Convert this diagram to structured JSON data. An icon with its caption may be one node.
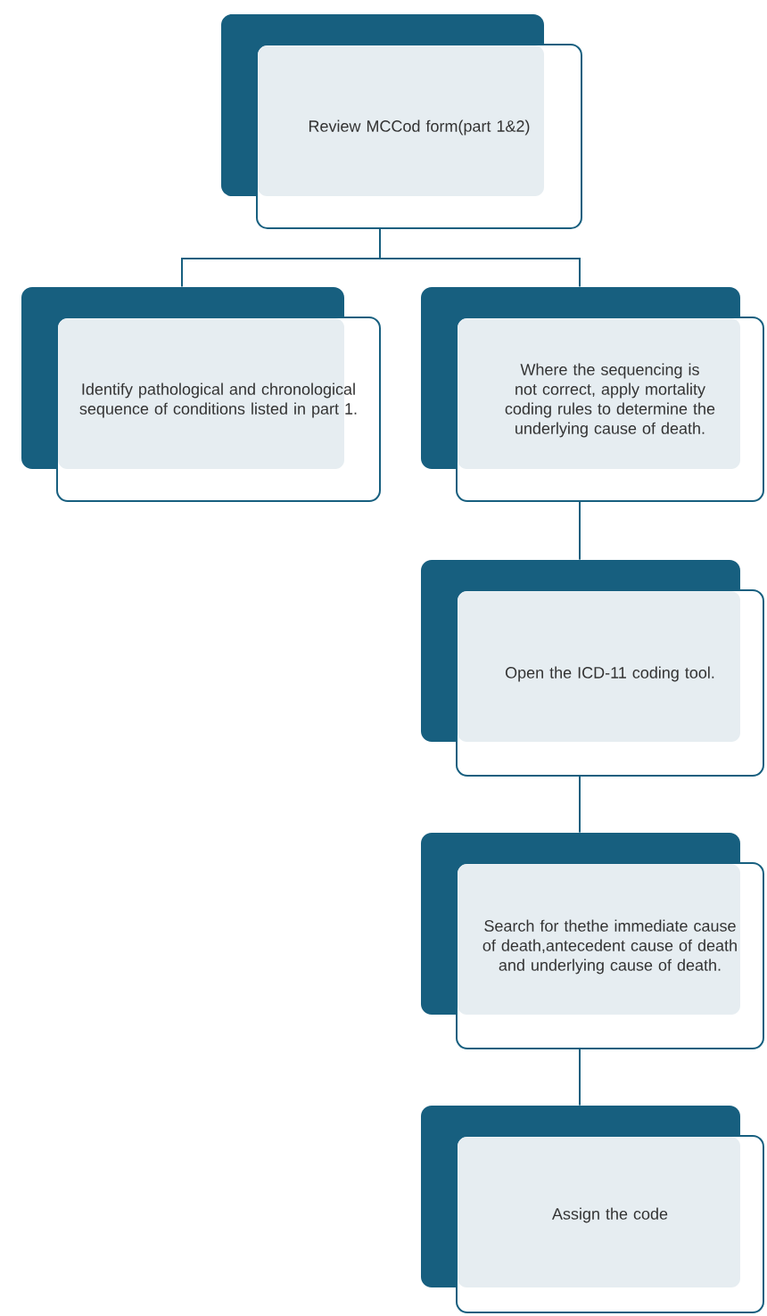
{
  "diagram": {
    "nodes": [
      {
        "text": [
          "Review MCCod form(part 1&2)"
        ]
      },
      {
        "text": [
          "Identify pathological and chronological sequence of conditions listed in part 1."
        ]
      },
      {
        "text": [
          "Where the sequencing is not correct, apply mortality coding rules to determine the underlying cause of death."
        ]
      },
      {
        "text": [
          "Open the ICD-11 coding tool."
        ]
      },
      {
        "text": [
          "Search for thethe immediate cause of death,antecedent cause of death and underlying cause of death."
        ]
      },
      {
        "text": [
          "Assign the code"
        ]
      }
    ],
    "edges": [
      {
        "from": 0,
        "to": 1,
        "arrow": "none"
      },
      {
        "from": 0,
        "to": 2,
        "arrow": "none"
      },
      {
        "from": 2,
        "to": 3,
        "arrow": "none"
      },
      {
        "from": 3,
        "to": 4,
        "arrow": "none"
      },
      {
        "from": 4,
        "to": 5,
        "arrow": "none"
      }
    ]
  }
}
